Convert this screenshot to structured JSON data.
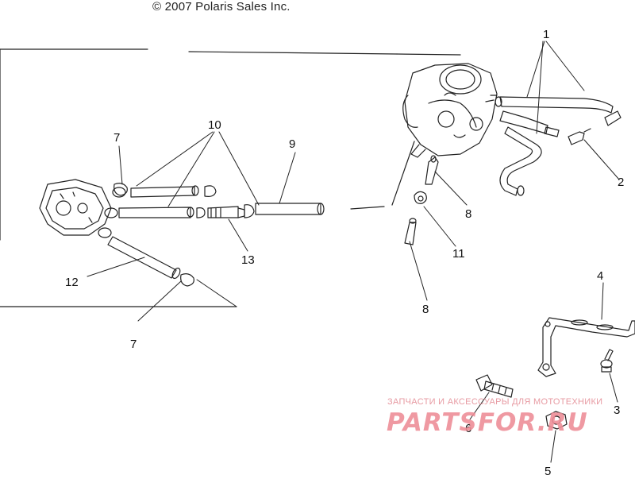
{
  "copyright": "© 2007 Polaris Sales Inc.",
  "callouts": [
    "1",
    "2",
    "3",
    "4",
    "5",
    "6",
    "7",
    "7",
    "8",
    "8",
    "9",
    "10",
    "11",
    "12",
    "13"
  ],
  "watermark": {
    "caption": "ЗАПЧАСТИ И АКСЕССУАРЫ ДЛЯ МОТОТЕХНИКИ",
    "logo": "PARTSFOR.RU"
  },
  "colors": {
    "line": "#222222",
    "watermark": "#ee8e98"
  }
}
